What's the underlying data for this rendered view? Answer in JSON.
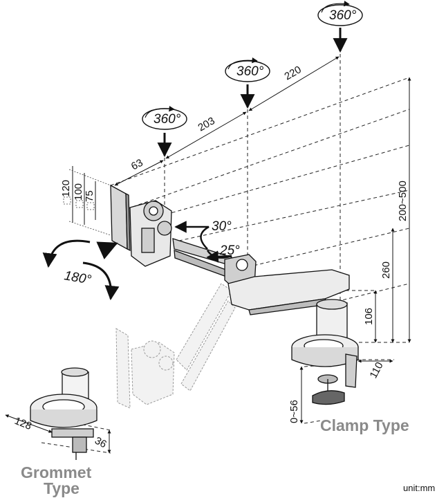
{
  "rotations": {
    "swivel_top": "360°",
    "swivel_mid": "360°",
    "swivel_low": "360°",
    "screen_rotate": "180°",
    "tilt_up": "30°",
    "tilt_down": "25°"
  },
  "dimensions": {
    "arm_short": "63",
    "arm_mid": "203",
    "arm_long": "220",
    "vesa_120": "120",
    "vesa_100": "100",
    "vesa_75": "75",
    "height_range": "200~500",
    "pole_260": "260",
    "pole_106": "106",
    "base_110": "110",
    "clamp_range": "0~56",
    "grommet_128": "128",
    "grommet_36": "36"
  },
  "labels": {
    "clamp_type": "Clamp Type",
    "grommet_line1": "Grommet",
    "grommet_line2": "Type",
    "unit": "unit:mm"
  }
}
